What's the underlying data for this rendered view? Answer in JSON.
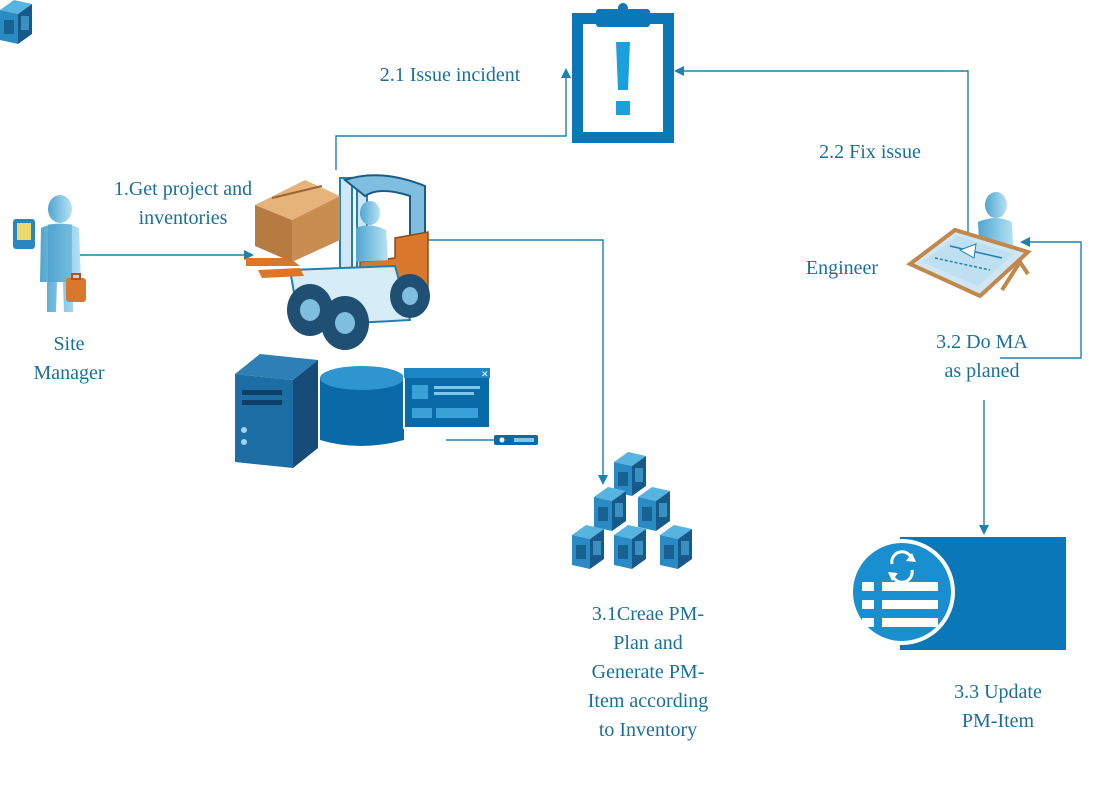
{
  "colors": {
    "primary": "#0078b0",
    "dark": "#14507a",
    "light": "#6ec3e3",
    "line": "#1e81b0",
    "text": "#1b6f9c",
    "orange": "#d9782c",
    "box": "#c2874a"
  },
  "actors": {
    "site_manager": {
      "label": "Site\nManager",
      "icon": "person-with-briefcase-icon"
    },
    "engineer": {
      "label": "Engineer",
      "icon": "engineer-at-drafting-table-icon"
    }
  },
  "steps": {
    "s1": "1.Get project and\ninventories",
    "s21": "2.1 Issue incident",
    "s22": "2.2 Fix issue",
    "s31": "3.1Creae PM-\nPlan and\nGenerate PM-\nItem according\nto Inventory",
    "s32": "3.2 Do MA\nas planed",
    "s33": "3.3 Update\nPM-Item"
  },
  "icons": {
    "incident": "clipboard-alert-icon",
    "inventory": "forklift-icon",
    "system": "server-database-window-icon",
    "pm_plan": "stacked-cubes-icon",
    "pm_item": "update-list-icon"
  }
}
